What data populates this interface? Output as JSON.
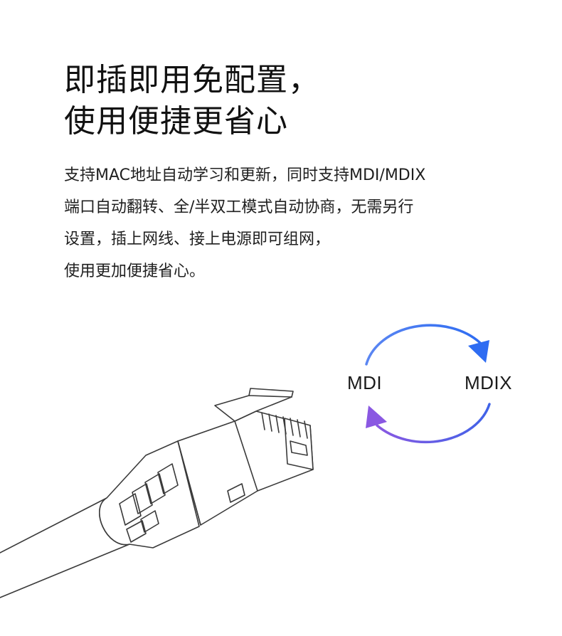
{
  "title": {
    "line1": "即插即用免配置，",
    "line2": "使用便捷更省心"
  },
  "description": {
    "lines": [
      "支持MAC地址自动学习和更新，同时支持MDI/MDIX",
      "端口自动翻转、全/半双工模式自动协商，无需另行",
      "设置，插上网线、接上电源即可组网，",
      "使用更加便捷省心。"
    ]
  },
  "cycle_diagram": {
    "left_label": "MDI",
    "right_label": "MDIX",
    "colors": {
      "top_arrow_start": "#4a7cf0",
      "top_arrow_end": "#2e6bf0",
      "bottom_arrow_start": "#8a5ce6",
      "bottom_arrow_end": "#5a4fe0"
    }
  },
  "illustration": {
    "name": "rj45-connector"
  }
}
